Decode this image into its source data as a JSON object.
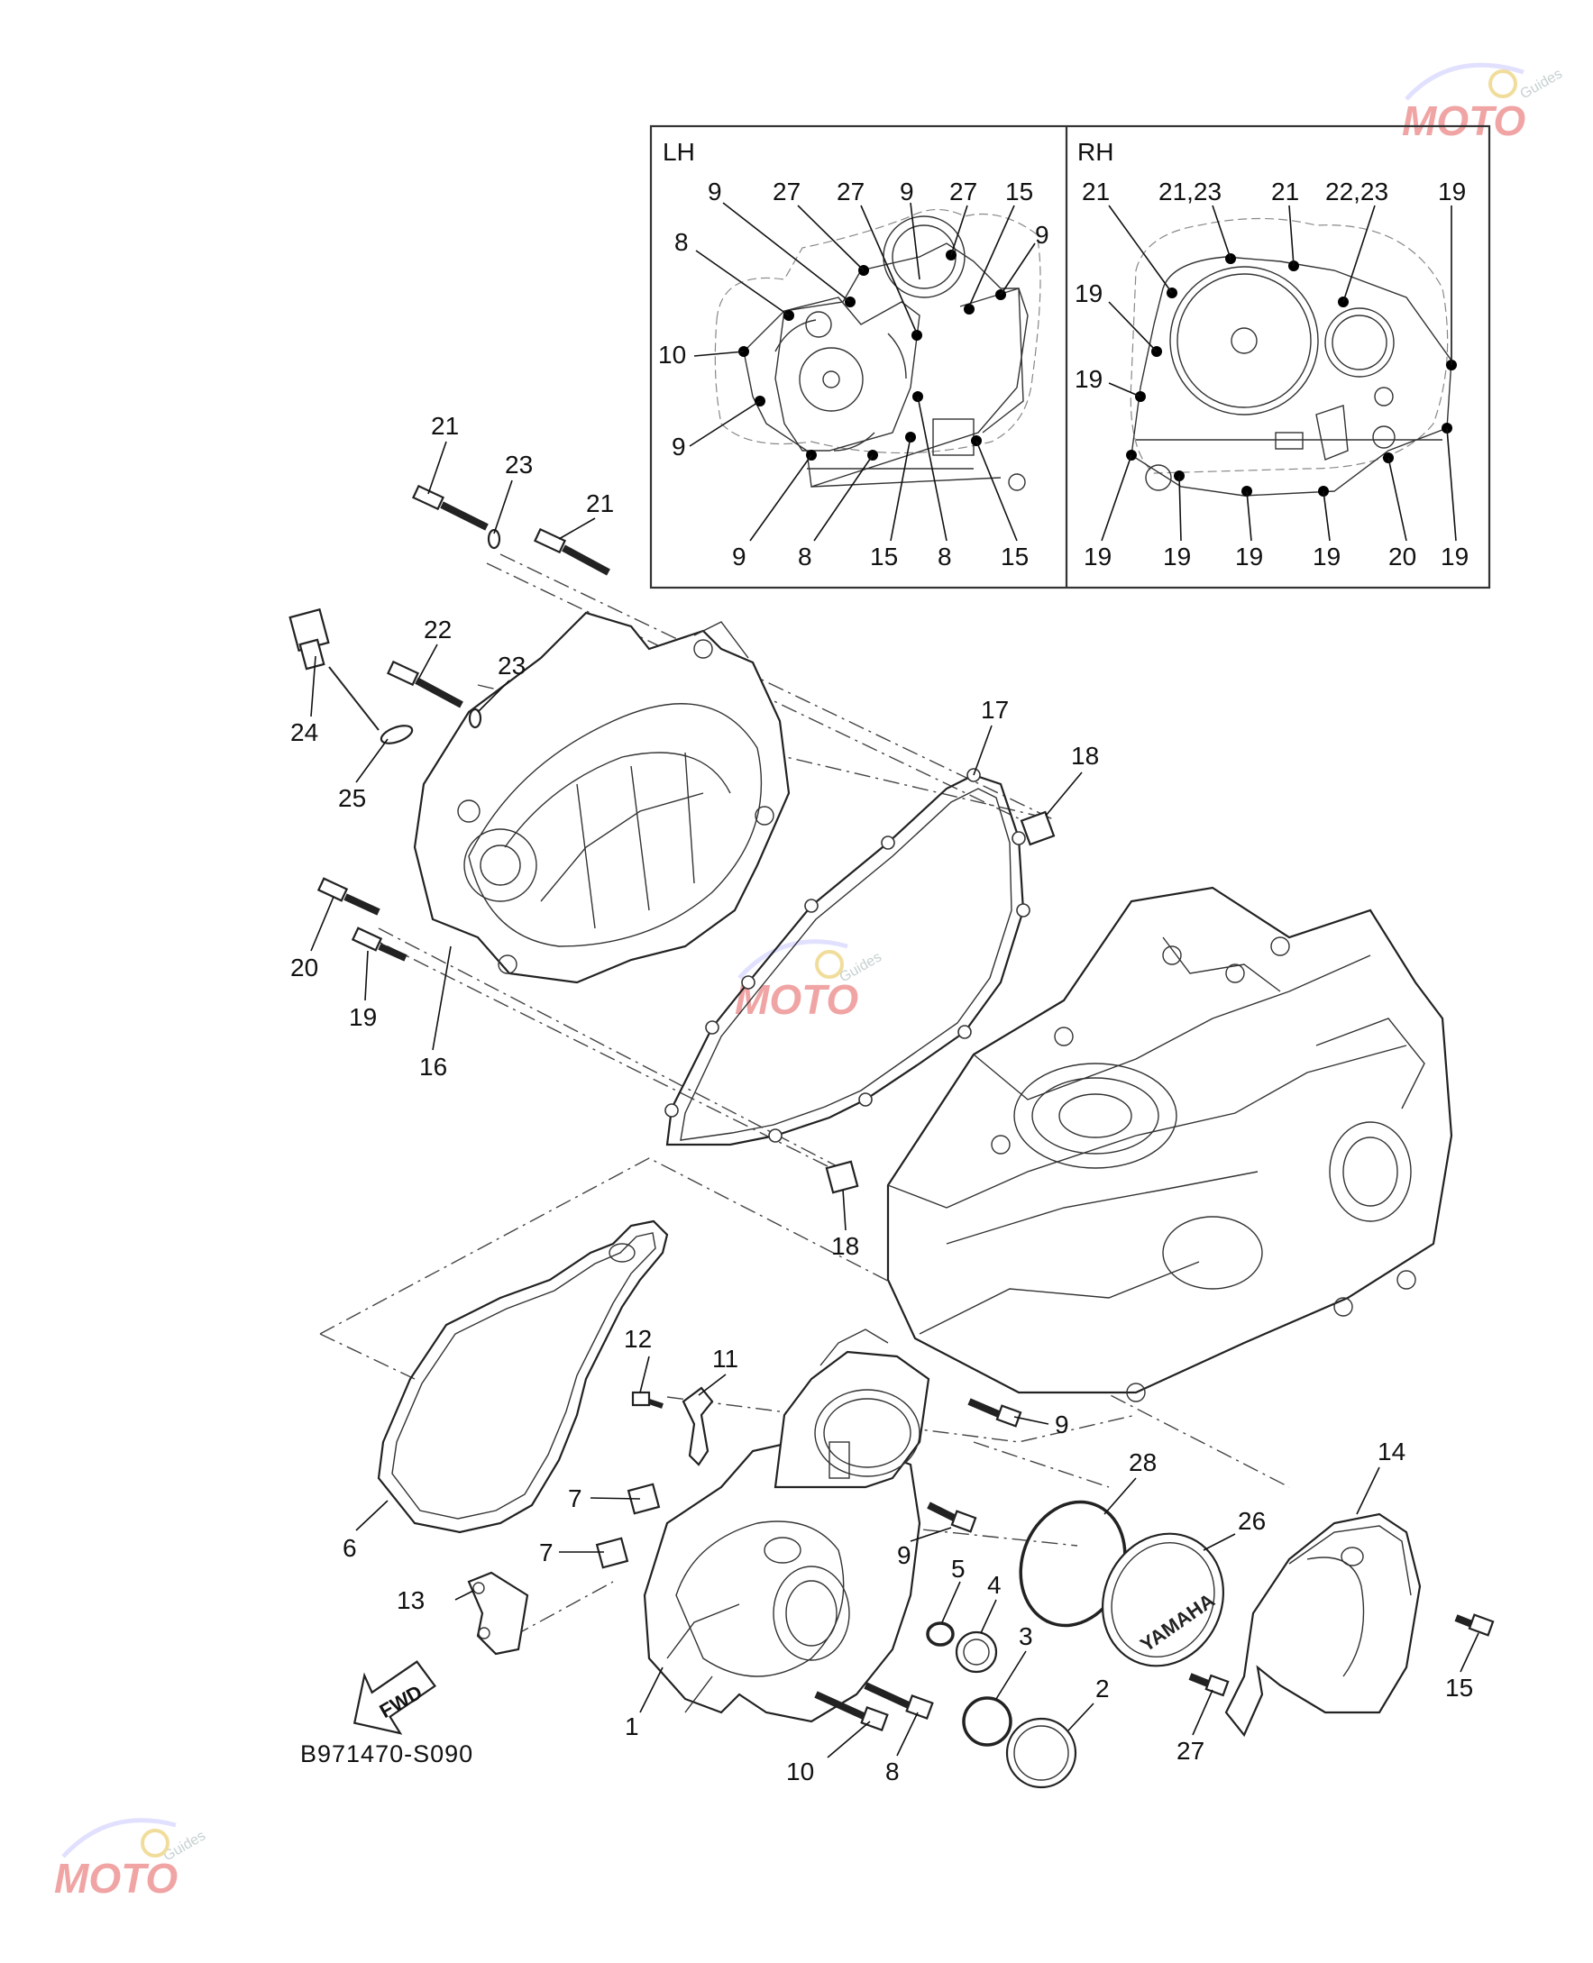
{
  "diagram_code": "B971470-S090",
  "inset_lh": {
    "header": "LH",
    "labels": [
      "9",
      "27",
      "27",
      "9",
      "27",
      "15",
      "8",
      "9",
      "10",
      "9",
      "9",
      "8",
      "15",
      "8",
      "15"
    ]
  },
  "inset_rh": {
    "header": "RH",
    "labels": [
      "21",
      "21,23",
      "21",
      "22,23",
      "19",
      "19",
      "19",
      "19",
      "19",
      "19",
      "19",
      "20",
      "19"
    ]
  },
  "parts": {
    "p1": "1",
    "p2": "2",
    "p3": "3",
    "p4": "4",
    "p5": "5",
    "p6": "6",
    "p7a": "7",
    "p7b": "7",
    "p8": "8",
    "p9a": "9",
    "p9b": "9",
    "p10": "10",
    "p11": "11",
    "p12": "12",
    "p13": "13",
    "p14": "14",
    "p15": "15",
    "p16": "16",
    "p17": "17",
    "p18a": "18",
    "p18b": "18",
    "p19": "19",
    "p20": "20",
    "p21a": "21",
    "p21b": "21",
    "p22": "22",
    "p23a": "23",
    "p23b": "23",
    "p24": "24",
    "p25": "25",
    "p26": "26",
    "p27": "27",
    "p28": "28"
  },
  "fwd_label": "FWD",
  "cover_logo": "YAMAHA",
  "watermark": {
    "text": "MOTO",
    "subtext": "Guides"
  }
}
